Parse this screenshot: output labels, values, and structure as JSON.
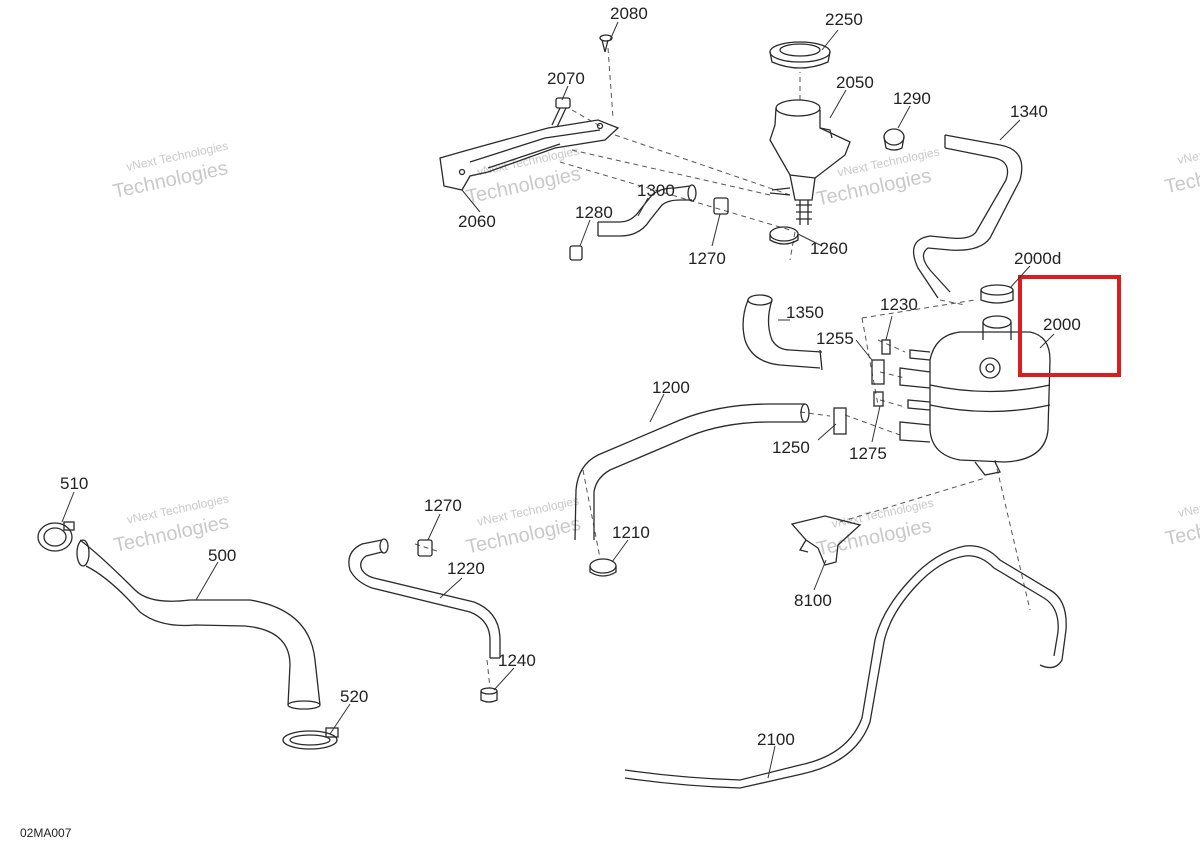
{
  "diagram": {
    "code": "02MA007",
    "watermark": {
      "line1": "vNext Technologies",
      "line2": "Technologies"
    },
    "highlight_color": "#d81e1e",
    "highlighted_part": "2000",
    "labels": {
      "p2080": "2080",
      "p2250": "2250",
      "p2070": "2070",
      "p2050": "2050",
      "p1290": "1290",
      "p1340": "1340",
      "p2060": "2060",
      "p1300": "1300",
      "p1280": "1280",
      "p1270a": "1270",
      "p1260": "1260",
      "p2000d": "2000d",
      "p2000": "2000",
      "p1350": "1350",
      "p1230": "1230",
      "p1255": "1255",
      "p1200": "1200",
      "p1250": "1250",
      "p1275": "1275",
      "p510": "510",
      "p500": "500",
      "p1270b": "1270",
      "p1220": "1220",
      "p1210": "1210",
      "p8100": "8100",
      "p1240": "1240",
      "p520": "520",
      "p2100": "2100"
    }
  }
}
